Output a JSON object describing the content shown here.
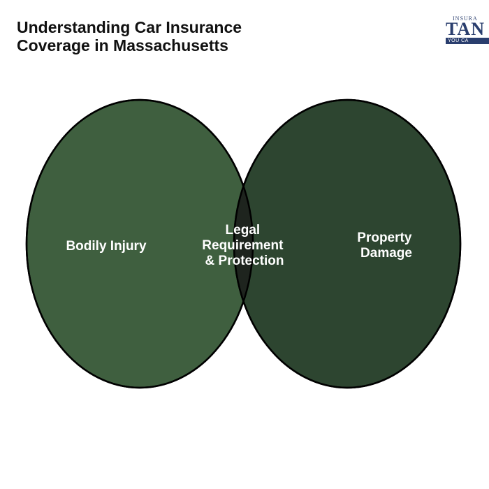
{
  "title": {
    "line1": "Understanding Car Insurance",
    "line2": "Coverage in Massachusetts"
  },
  "logo": {
    "top_text": "INSURA",
    "main_text": "TAN",
    "band_text": "YOU CA"
  },
  "diagram": {
    "left_label": "Bodily Injury",
    "center_label_lines": [
      "Legal",
      "Requirement",
      "& Protection"
    ],
    "right_label_lines": [
      "Property",
      "Damage"
    ]
  },
  "colors": {
    "left_circle": "#3f5f3f",
    "right_circle": "#2d4530",
    "overlap": "#1e241e",
    "stroke": "#000000",
    "label": "#ffffff",
    "logo_navy": "#2a3e6e"
  }
}
